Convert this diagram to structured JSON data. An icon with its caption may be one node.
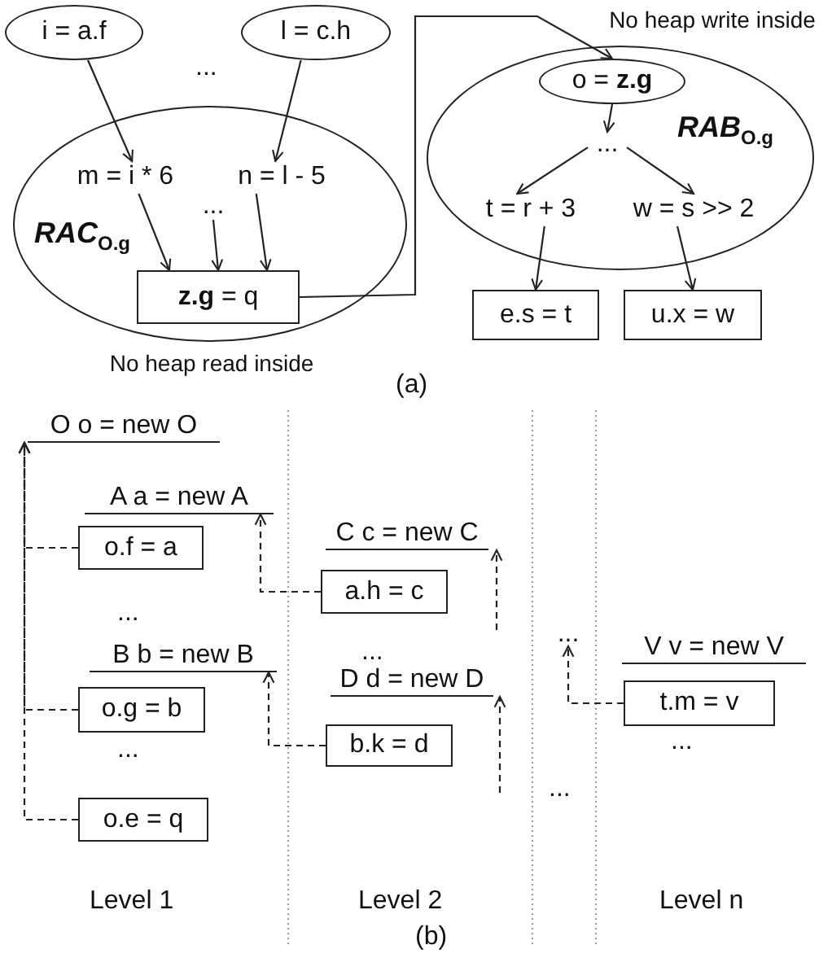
{
  "diagram": {
    "nodes": [
      {
        "text": [
          "i = a.f"
        ]
      },
      {
        "text": [
          "l = c.h"
        ]
      },
      {
        "text": [
          "RAC$_{O.g}$"
        ],
        "beside": [
          "No heap read inside"
        ]
      },
      {
        "text": [
          "m = i * 6"
        ],
        "in": 2
      },
      {
        "text": [
          "n = l - 5"
        ],
        "in": 2
      },
      {
        "text": [
          "..."
        ],
        "in": 2
      },
      {
        "text": [
          "**z.g** = q"
        ],
        "in": 2
      },
      {
        "text": [
          "RAB$_{O.g}$"
        ],
        "beside": [
          "No heap write inside"
        ]
      },
      {
        "text": [
          "o = **z.g**"
        ],
        "in": 7
      },
      {
        "text": [
          "..."
        ],
        "in": 7
      },
      {
        "text": [
          "t = r + 3"
        ],
        "in": 7
      },
      {
        "text": [
          "w = s >> 2"
        ],
        "in": 7
      },
      {
        "text": [
          "e.s = t"
        ]
      },
      {
        "text": [
          "u.x = w"
        ]
      },
      {
        "text": [
          "O o = new O"
        ]
      },
      {
        "text": [
          "A a = new A"
        ]
      },
      {
        "text": [
          "o.f = a"
        ]
      },
      {
        "text": [
          "B b = new B"
        ]
      },
      {
        "text": [
          "o.g = b"
        ]
      },
      {
        "text": [
          "o.e = q"
        ]
      },
      {
        "text": [
          "C c = new C"
        ]
      },
      {
        "text": [
          "a.h = c"
        ]
      },
      {
        "text": [
          "D d = new D"
        ]
      },
      {
        "text": [
          "b.k = d"
        ]
      },
      {
        "text": [
          "V v = new V"
        ]
      },
      {
        "text": [
          "t.m = v"
        ]
      },
      {
        "text": [
          "..."
        ]
      }
    ],
    "edges": [
      {
        "from": 0,
        "to": 3,
        "arrow": "to"
      },
      {
        "from": 1,
        "to": 4,
        "arrow": "to"
      },
      {
        "from": 3,
        "to": 6,
        "arrow": "to"
      },
      {
        "from": 4,
        "to": 6,
        "arrow": "to"
      },
      {
        "from": 5,
        "to": 6,
        "arrow": "to"
      },
      {
        "from": 6,
        "to": 8,
        "arrow": "to"
      },
      {
        "from": 8,
        "to": 9,
        "arrow": "to"
      },
      {
        "from": 9,
        "to": 10,
        "arrow": "to"
      },
      {
        "from": 9,
        "to": 11,
        "arrow": "to"
      },
      {
        "from": 10,
        "to": 12,
        "arrow": "to"
      },
      {
        "from": 11,
        "to": 13,
        "arrow": "to"
      },
      {
        "from": 16,
        "to": 14,
        "arrow": "to",
        "style": "dashed"
      },
      {
        "from": 18,
        "to": 14,
        "arrow": "to",
        "style": "dashed"
      },
      {
        "from": 19,
        "to": 14,
        "arrow": "to",
        "style": "dashed"
      },
      {
        "from": 21,
        "to": 15,
        "arrow": "to",
        "style": "dashed"
      },
      {
        "from": 23,
        "to": 17,
        "arrow": "to",
        "style": "dashed"
      },
      {
        "from": null,
        "to": 20,
        "arrow": "to",
        "style": "dashed"
      },
      {
        "from": null,
        "to": 22,
        "arrow": "to",
        "style": "dashed"
      },
      {
        "from": 25,
        "to": 26,
        "arrow": "to",
        "style": "dashed"
      }
    ],
    "labels": [
      "...",
      "(a)",
      "...",
      "...",
      "...",
      "...",
      "...",
      "Level 1",
      "Level 2",
      "Level n",
      "(b)"
    ]
  }
}
